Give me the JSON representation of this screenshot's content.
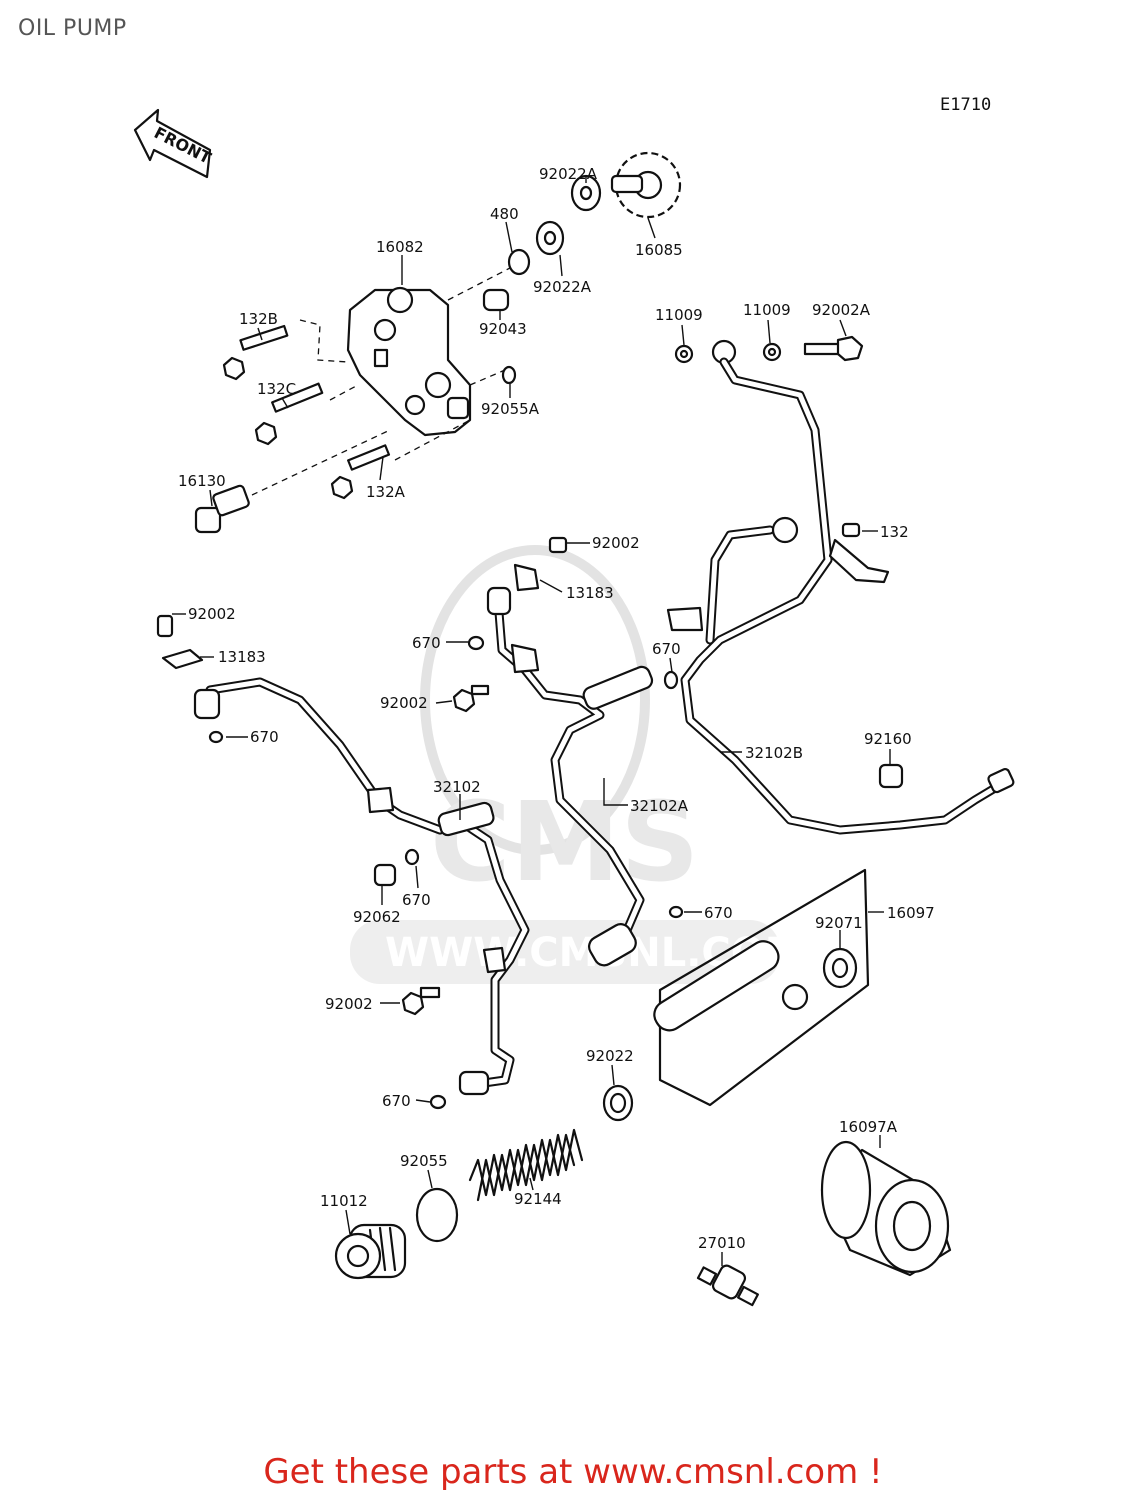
{
  "page_title": "OIL PUMP",
  "diagram_code": "E1710",
  "front_label": "FRONT",
  "watermark": {
    "brand": "CMS",
    "url": "WWW.CMSNL.COM"
  },
  "footer_text": "Get these parts at www.cmsnl.com !",
  "labels": [
    {
      "id": "l-92022a-top",
      "text": "92022A"
    },
    {
      "id": "l-480",
      "text": "480"
    },
    {
      "id": "l-16082",
      "text": "16082"
    },
    {
      "id": "l-16085",
      "text": "16085"
    },
    {
      "id": "l-92022a-mid",
      "text": "92022A"
    },
    {
      "id": "l-132b",
      "text": "132B"
    },
    {
      "id": "l-92043",
      "text": "92043"
    },
    {
      "id": "l-11009-a",
      "text": "11009"
    },
    {
      "id": "l-11009-b",
      "text": "11009"
    },
    {
      "id": "l-92002a",
      "text": "92002A"
    },
    {
      "id": "l-132c",
      "text": "132C"
    },
    {
      "id": "l-92055a",
      "text": "92055A"
    },
    {
      "id": "l-16130",
      "text": "16130"
    },
    {
      "id": "l-132a",
      "text": "132A"
    },
    {
      "id": "l-132",
      "text": "132"
    },
    {
      "id": "l-92002-center",
      "text": "92002"
    },
    {
      "id": "l-13183-center",
      "text": "13183"
    },
    {
      "id": "l-92002-left",
      "text": "92002"
    },
    {
      "id": "l-670-center",
      "text": "670"
    },
    {
      "id": "l-13183-left",
      "text": "13183"
    },
    {
      "id": "l-670-right",
      "text": "670"
    },
    {
      "id": "l-92002-mid",
      "text": "92002"
    },
    {
      "id": "l-670-left",
      "text": "670"
    },
    {
      "id": "l-92160",
      "text": "92160"
    },
    {
      "id": "l-32102b",
      "text": "32102B"
    },
    {
      "id": "l-32102",
      "text": "32102"
    },
    {
      "id": "l-32102a",
      "text": "32102A"
    },
    {
      "id": "l-670-lower",
      "text": "670"
    },
    {
      "id": "l-92062",
      "text": "92062"
    },
    {
      "id": "l-670-filter",
      "text": "670"
    },
    {
      "id": "l-92071",
      "text": "92071"
    },
    {
      "id": "l-16097",
      "text": "16097"
    },
    {
      "id": "l-92002-low",
      "text": "92002"
    },
    {
      "id": "l-92022",
      "text": "92022"
    },
    {
      "id": "l-670-bottom",
      "text": "670"
    },
    {
      "id": "l-16097a",
      "text": "16097A"
    },
    {
      "id": "l-92055",
      "text": "92055"
    },
    {
      "id": "l-92144",
      "text": "92144"
    },
    {
      "id": "l-11012",
      "text": "11012"
    },
    {
      "id": "l-27010",
      "text": "27010"
    }
  ]
}
